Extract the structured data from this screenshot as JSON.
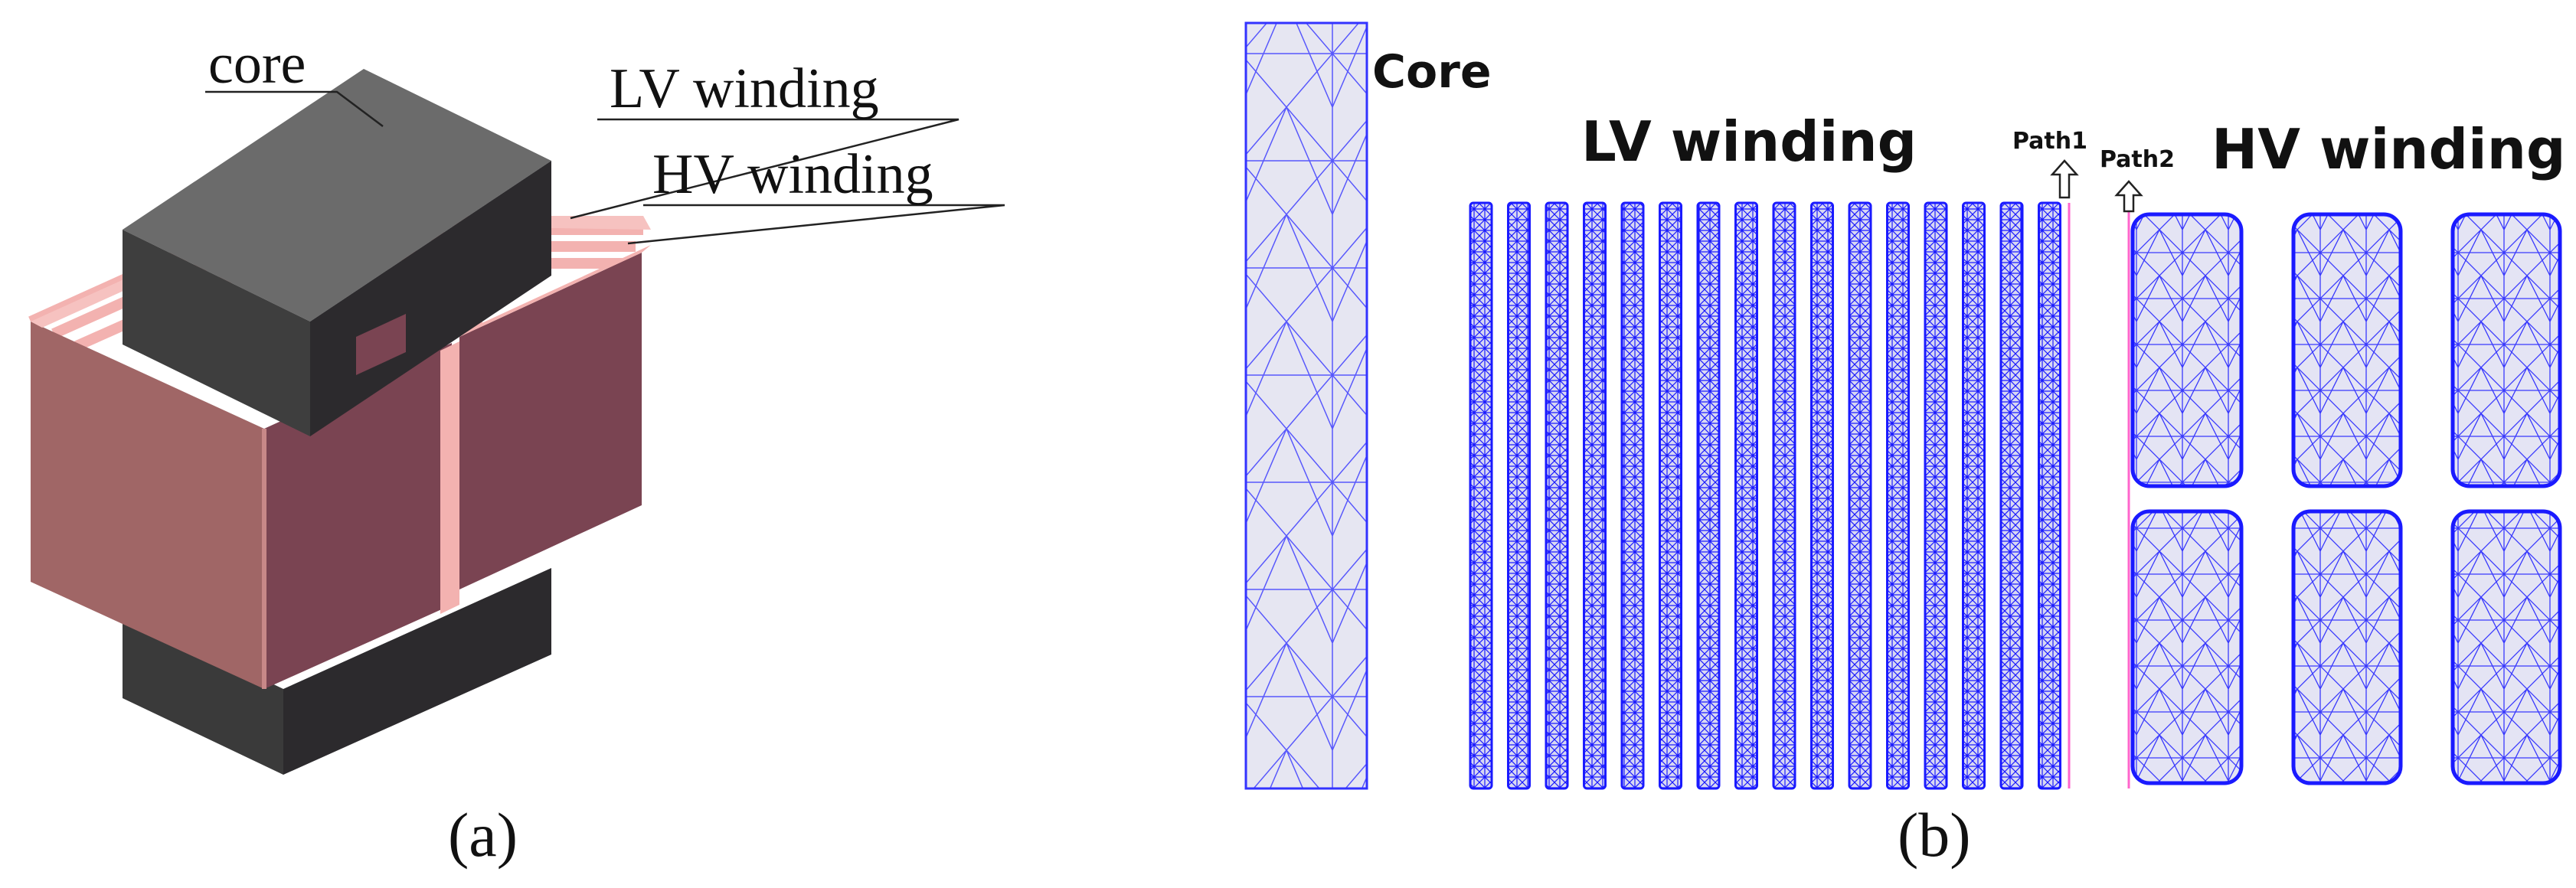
{
  "panel_a": {
    "label_core": "core",
    "label_lv": "LV winding",
    "label_hv": "HV winding",
    "caption": "(a)"
  },
  "panel_b": {
    "label_core": "Core",
    "label_lv": "LV winding",
    "label_hv": "HV winding",
    "label_path1": "Path1",
    "label_path2": "Path2",
    "caption": "(b)",
    "lv_strand_count": 16,
    "hv_block_grid": {
      "columns": 3,
      "rows": 2
    }
  },
  "colors": {
    "core_top": "#6b6b6b",
    "core_front": "#3a3a3a",
    "core_side": "#2c2a2d",
    "winding_front": "#a06666",
    "winding_side": "#7a4452",
    "winding_edge": "#f3b2b0",
    "mesh": "#1a1aff",
    "mesh_fill": "#e6e6f2",
    "path_line": "#ff66cc"
  }
}
